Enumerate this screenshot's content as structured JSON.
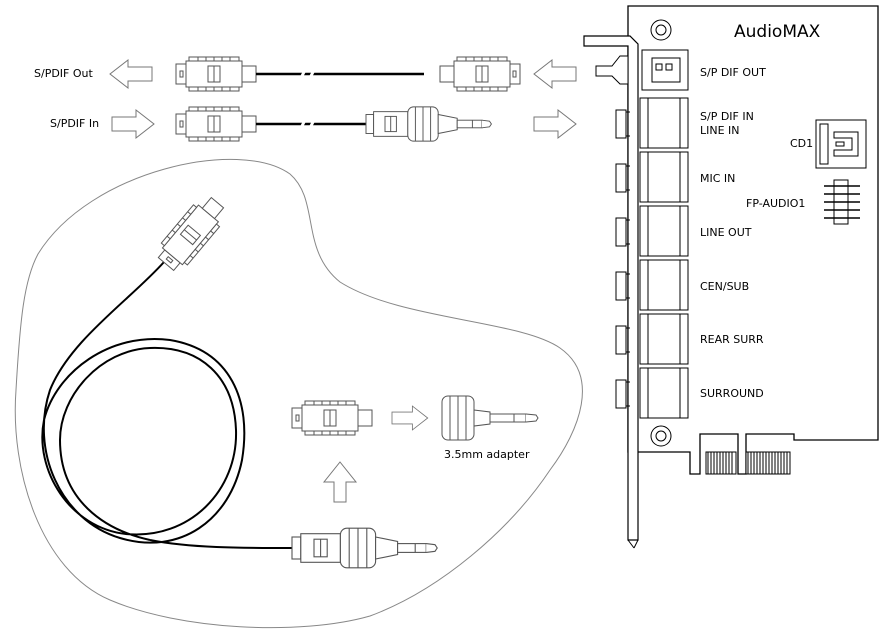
{
  "card": {
    "title": "AudioMAX",
    "connector_cd": "CD1",
    "connector_fp": "FP-AUDIO1",
    "ports": [
      {
        "id": "spdif-out",
        "label": "S/P DIF OUT"
      },
      {
        "id": "spdif-in",
        "label": "S/P DIF IN"
      },
      {
        "id": "line-in",
        "label": "LINE IN"
      },
      {
        "id": "mic-in",
        "label": "MIC IN"
      },
      {
        "id": "line-out",
        "label": "LINE OUT"
      },
      {
        "id": "cen-sub",
        "label": "CEN/SUB"
      },
      {
        "id": "rear-surr",
        "label": "REAR SURR"
      },
      {
        "id": "surround",
        "label": "SURROUND"
      }
    ]
  },
  "cables": {
    "spdif_out_label": "S/PDIF Out",
    "spdif_in_label": "S/PDIF In",
    "adapter_label": "3.5mm adapter"
  },
  "colors": {
    "line": "#000000",
    "light_line": "#777777",
    "fill": "#ffffff"
  }
}
